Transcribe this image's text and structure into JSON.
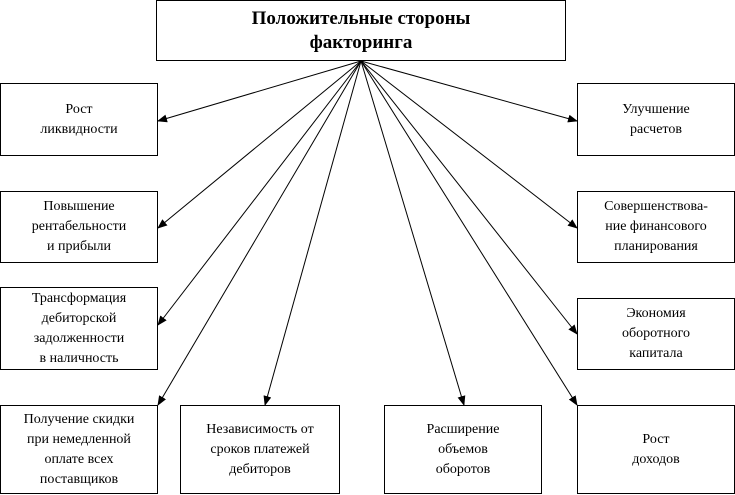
{
  "title": "Положительные стороны\nфакторинга",
  "left": [
    "Рост\nликвидности",
    "Повышение\nрентабельности\nи прибыли",
    "Трансформация\nдебиторской\nзадолженности\nв   наличность"
  ],
  "right": [
    "Улучшение\nрасчетов",
    "Совершенствова-\nние финансового\nпланирования",
    "Экономия\nоборотного\nкапитала"
  ],
  "bottom": [
    "Получение скидки\nпри немедленной\nоплате всех\nпоставщиков",
    "Независимость от\nсроков платежей\nдебиторов",
    "Расширение\nобъемов\nоборотов",
    "Рост\nдоходов"
  ]
}
